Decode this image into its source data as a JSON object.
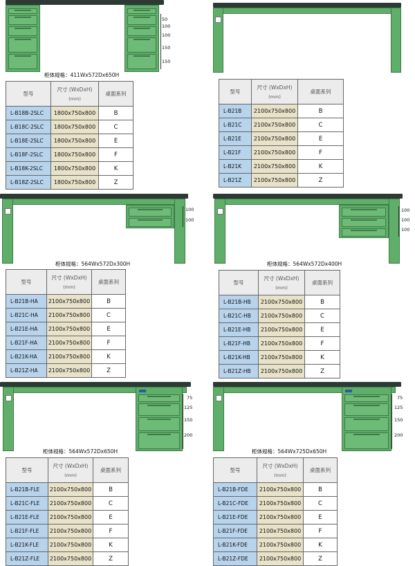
{
  "header": {
    "model": "型号",
    "size": "尺寸 (WxDxH)",
    "size_unit": "(mm)",
    "series": "桌面系列"
  },
  "panels": [
    {
      "spec": "柜体规格：411Wx572Dx650H",
      "dims": [
        "50",
        "100",
        "100",
        "150",
        "150"
      ],
      "rows": [
        {
          "model": "L-B18B-2SLC",
          "size": "1800x750x800",
          "series": "B"
        },
        {
          "model": "L-B18C-2SLC",
          "size": "1800x750x800",
          "series": "C"
        },
        {
          "model": "L-B18E-2SLC",
          "size": "1800x750x800",
          "series": "E"
        },
        {
          "model": "L-B18F-2SLC",
          "size": "1800x750x800",
          "series": "F"
        },
        {
          "model": "L-B18K-2SLC",
          "size": "1800x750x800",
          "series": "K"
        },
        {
          "model": "L-B18Z-2SLC",
          "size": "1800x750x800",
          "series": "Z"
        }
      ]
    },
    {
      "spec": "",
      "dims": [],
      "rows": [
        {
          "model": "L-B21B",
          "size": "2100x750x800",
          "series": "B"
        },
        {
          "model": "L-B21C",
          "size": "2100x750x800",
          "series": "C"
        },
        {
          "model": "L-B21E",
          "size": "2100x750x800",
          "series": "E"
        },
        {
          "model": "L-B21F",
          "size": "2100x750x800",
          "series": "F"
        },
        {
          "model": "L-B21K",
          "size": "2100x750x800",
          "series": "K"
        },
        {
          "model": "L-B21Z",
          "size": "2100x750x800",
          "series": "Z"
        }
      ]
    },
    {
      "spec": "柜体规格：564Wx572Dx300H",
      "dims": [
        "100",
        "100"
      ],
      "rows": [
        {
          "model": "L-B21B-HA",
          "size": "2100x750x800",
          "series": "B"
        },
        {
          "model": "L-B21C-HA",
          "size": "2100x750x800",
          "series": "C"
        },
        {
          "model": "L-B21E-HA",
          "size": "2100x750x800",
          "series": "E"
        },
        {
          "model": "L-B21F-HA",
          "size": "2100x750x800",
          "series": "F"
        },
        {
          "model": "L-B21K-HA",
          "size": "2100x750x800",
          "series": "K"
        },
        {
          "model": "L-B21Z-HA",
          "size": "2100x750x800",
          "series": "Z"
        }
      ]
    },
    {
      "spec": "柜体规格：564Wx572Dx400H",
      "dims": [
        "100",
        "100",
        "100"
      ],
      "rows": [
        {
          "model": "L-B21B-HB",
          "size": "2100x750x800",
          "series": "B"
        },
        {
          "model": "L-B21C-HB",
          "size": "2100x750x800",
          "series": "C"
        },
        {
          "model": "L-B21E-HB",
          "size": "2100x750x800",
          "series": "E"
        },
        {
          "model": "L-B21F-HB",
          "size": "2100x750x800",
          "series": "F"
        },
        {
          "model": "L-B21K-HB",
          "size": "2100x750x800",
          "series": "K"
        },
        {
          "model": "L-B21Z-HB",
          "size": "2100x750x800",
          "series": "Z"
        }
      ]
    },
    {
      "spec": "柜体规格：564Wx572Dx650H",
      "dims": [
        "75",
        "125",
        "150",
        "200"
      ],
      "rows": [
        {
          "model": "L-B21B-FLE",
          "size": "2100x750x800",
          "series": "B"
        },
        {
          "model": "L-B21C-FLE",
          "size": "2100x750x800",
          "series": "C"
        },
        {
          "model": "L-B21E-FLE",
          "size": "2100x750x800",
          "series": "E"
        },
        {
          "model": "L-B21F-FLE",
          "size": "2100x750x800",
          "series": "F"
        },
        {
          "model": "L-B21K-FLE",
          "size": "2100x750x800",
          "series": "K"
        },
        {
          "model": "L-B21Z-FLE",
          "size": "2100x750x800",
          "series": "Z"
        }
      ]
    },
    {
      "spec": "柜体规格：564Wx725Dx650H",
      "dims": [
        "75",
        "125",
        "150",
        "200"
      ],
      "rows": [
        {
          "model": "L-B21B-FDE",
          "size": "2100x750x800",
          "series": "B"
        },
        {
          "model": "L-B21C-FDE",
          "size": "2100x750x800",
          "series": "C"
        },
        {
          "model": "L-B21E-FDE",
          "size": "2100x750x800",
          "series": "E"
        },
        {
          "model": "L-B21F-FDE",
          "size": "2100x750x800",
          "series": "F"
        },
        {
          "model": "L-B21K-FDE",
          "size": "2100x750x800",
          "series": "K"
        },
        {
          "model": "L-B21Z-FDE",
          "size": "2100x750x800",
          "series": "Z"
        }
      ]
    }
  ]
}
